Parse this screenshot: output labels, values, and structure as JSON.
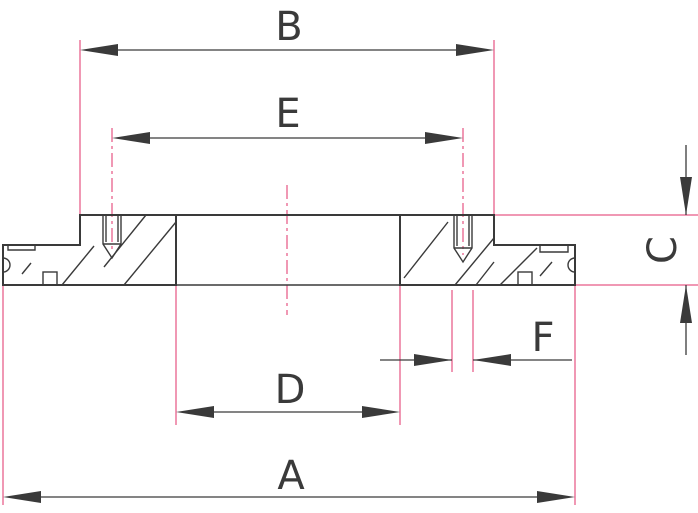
{
  "dimensions": {
    "A": "A",
    "B": "B",
    "C": "C",
    "D": "D",
    "E": "E",
    "F": "F"
  },
  "colors": {
    "outline": "#3a3a3a",
    "extension_lines": "#e0306a",
    "background": "#ffffff"
  }
}
